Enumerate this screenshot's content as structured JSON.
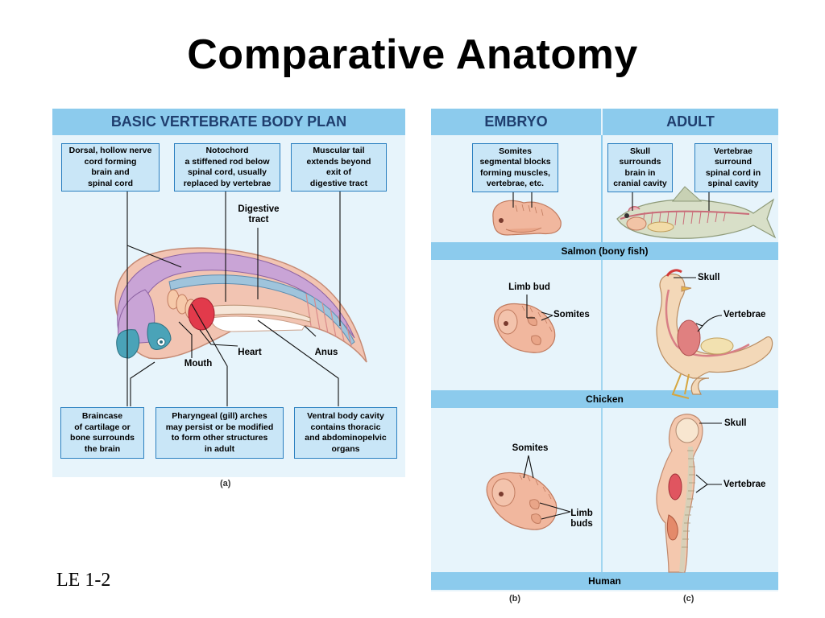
{
  "title": "Comparative Anatomy",
  "slide_label": "LE 1-2",
  "panel_a": {
    "header": "BASIC VERTEBRATE BODY PLAN",
    "caption": "(a)",
    "boxes": {
      "nerve_cord": "Dorsal, hollow nerve\ncord forming\nbrain and\nspinal cord",
      "notochord": "Notochord\na stiffened rod below\nspinal cord, usually\nreplaced by vertebrae",
      "tail": "Muscular tail\nextends beyond\nexit of\ndigestive tract",
      "braincase": "Braincase\nof cartilage or\nbone surrounds\nthe brain",
      "arches": "Pharyngeal (gill) arches\nmay persist or be modified\nto form other structures\nin adult",
      "cavity": "Ventral body cavity\ncontains thoracic\nand abdominopelvic\norgans"
    },
    "labels": {
      "digestive": "Digestive\ntract",
      "heart": "Heart",
      "anus": "Anus",
      "mouth": "Mouth"
    }
  },
  "panel_bc": {
    "embryo_header": "EMBRYO",
    "adult_header": "ADULT",
    "bands": {
      "salmon": "Salmon (bony fish)",
      "chicken": "Chicken",
      "human": "Human"
    },
    "boxes": {
      "somites": "Somites\nsegmental blocks\nforming muscles,\nvertebrae, etc.",
      "skull": "Skull\nsurrounds\nbrain in\ncranial cavity",
      "vertebrae": "Vertebrae\nsurround\nspinal cord in\nspinal cavity"
    },
    "labels": {
      "chick_limb_bud": "Limb bud",
      "chick_somites": "Somites",
      "chicken_skull": "Skull",
      "chicken_vertebrae": "Vertebrae",
      "human_somites": "Somites",
      "human_limb_buds": "Limb\nbuds",
      "human_skull": "Skull",
      "human_vertebrae": "Vertebrae"
    },
    "caption_b": "(b)",
    "caption_c": "(c)"
  }
}
